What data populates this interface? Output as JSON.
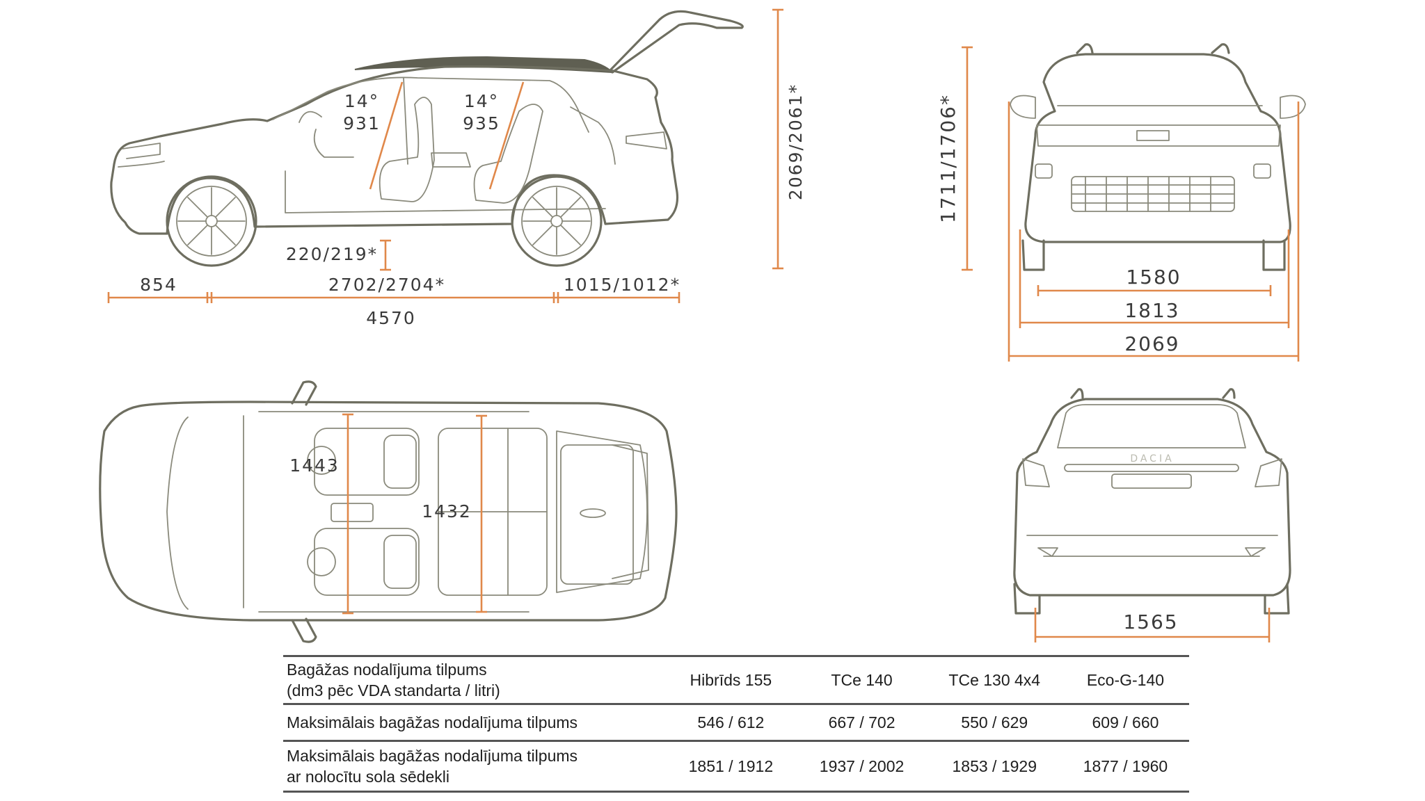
{
  "dimensions": {
    "side": {
      "seat_angle_front": "14°",
      "legroom_front": "931",
      "seat_angle_rear": "14°",
      "legroom_rear": "935",
      "ground_clearance": "220/219*",
      "front_overhang": "854",
      "wheelbase": "2702/2704*",
      "rear_overhang": "1015/1012*",
      "length": "4570",
      "height_open_tailgate": "2069/2061*"
    },
    "front": {
      "height": "1711/1706*",
      "front_track": "1580",
      "width": "1813",
      "width_with_mirrors": "2069"
    },
    "top": {
      "front_elbow_width": "1443",
      "rear_elbow_width": "1432"
    },
    "rear": {
      "rear_track": "1565",
      "badge": "DACIA"
    }
  },
  "colors": {
    "dimension_line": "#e0884a",
    "car_outline": "#6e6e60"
  },
  "table": {
    "header": {
      "label_line1": "Bagāžas nodalījuma tilpums",
      "label_line2": "(dm3 pēc VDA standarta / litri)",
      "columns": [
        "Hibrīds 155",
        "TCe 140",
        "TCe 130 4x4",
        "Eco-G-140"
      ]
    },
    "rows": [
      {
        "label_line1": "Maksimālais bagāžas nodalījuma tilpums",
        "label_line2": "",
        "values": [
          "546 / 612",
          "667 / 702",
          "550 / 629",
          "609 / 660"
        ]
      },
      {
        "label_line1": "Maksimālais bagāžas nodalījuma tilpums",
        "label_line2": "ar nolocītu sola sēdekli",
        "values": [
          "1851 / 1912",
          "1937 / 2002",
          "1853 / 1929",
          "1877 / 1960"
        ]
      }
    ]
  }
}
